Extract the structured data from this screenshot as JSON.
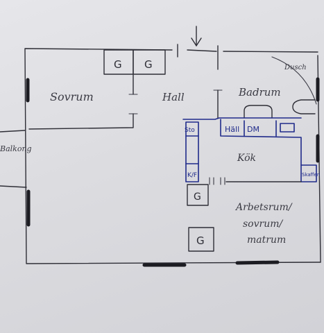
{
  "rooms": {
    "sovrum": "Sovrum",
    "hall": "Hall",
    "badrum": "Badrum",
    "dusch": "Dusch",
    "kok": "Kök",
    "balkong": "Balkong",
    "arbetsrum_line1": "Arbetsrum/",
    "arbetsrum_line2": "sovrum/",
    "arbetsrum_line3": "matrum"
  },
  "fixtures": {
    "garderob": "G",
    "stove": "Sto",
    "fridge": "K/F",
    "hall_counter": "Häll",
    "dishwasher": "DM",
    "skafferi": "Skafferi"
  },
  "colors": {
    "ink": "#2e2e36",
    "blue_ink": "#1f2a8a",
    "paper": "#e2e2e6"
  }
}
